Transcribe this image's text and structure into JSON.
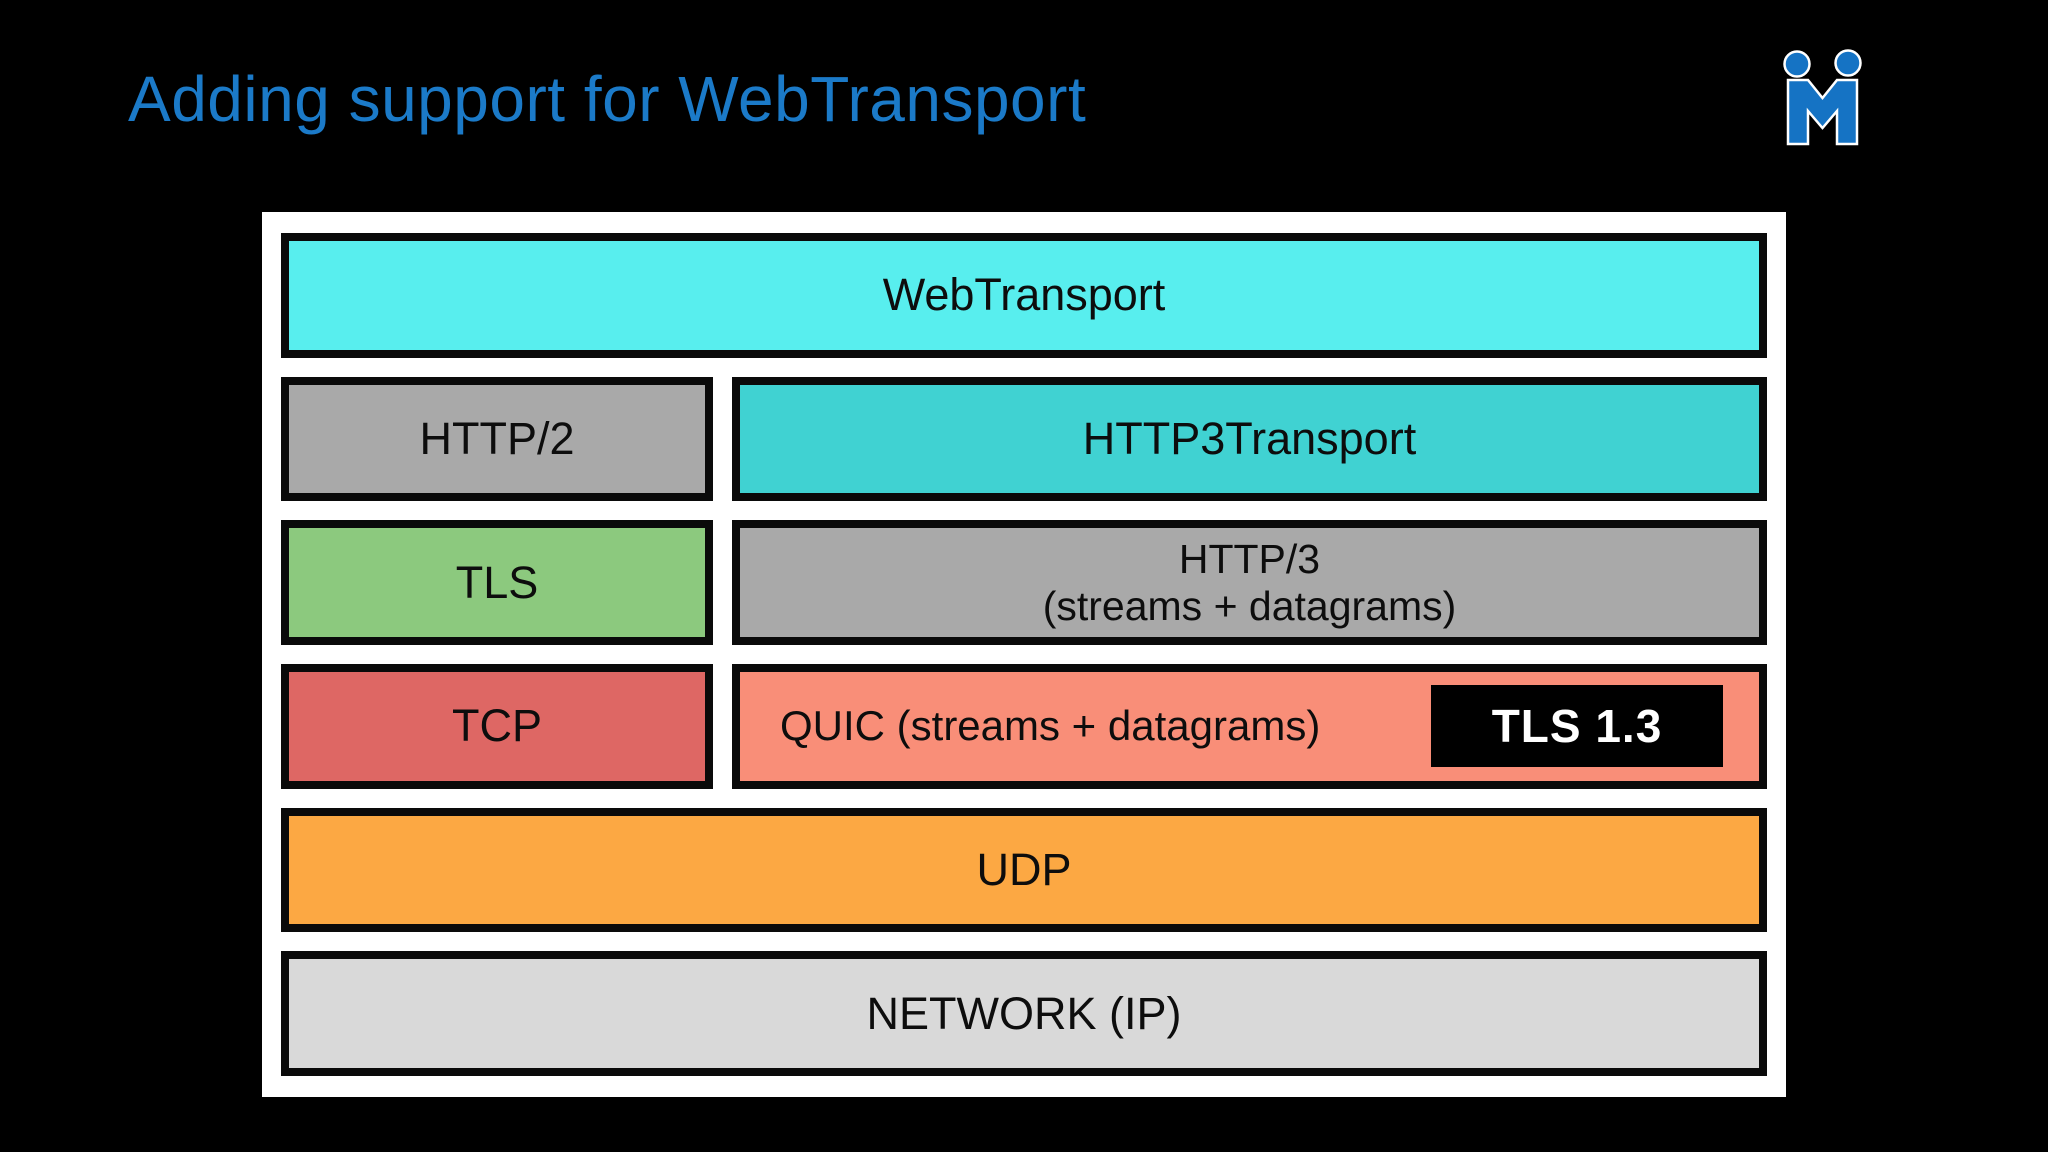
{
  "slide": {
    "title": "Adding support for WebTransport"
  },
  "logo": {
    "name": "meetecho-logo",
    "blue": "#1573c4"
  },
  "colors": {
    "background": "#000000",
    "title_blue": "#1b7ac8",
    "panel_bg": "#ffffff",
    "box_border": "#0a0a0a"
  },
  "diagram": {
    "webtransport": {
      "label": "WebTransport",
      "bg": "#58eeee"
    },
    "http2": {
      "label": "HTTP/2",
      "bg": "#a9a9a9"
    },
    "http3transport": {
      "label": "HTTP3Transport",
      "bg": "#40d2d2"
    },
    "tls": {
      "label": "TLS",
      "bg": "#8cc97e"
    },
    "http3": {
      "label_line1": "HTTP/3",
      "label_line2": "(streams + datagrams)",
      "bg": "#a9a9a9"
    },
    "tcp": {
      "label": "TCP",
      "bg": "#de6764"
    },
    "quic": {
      "label": "QUIC (streams + datagrams)",
      "bg": "#f98e78"
    },
    "tls13": {
      "label": "TLS 1.3",
      "bg": "#000000",
      "fg": "#ffffff"
    },
    "udp": {
      "label": "UDP",
      "bg": "#fca843"
    },
    "network": {
      "label": "NETWORK (IP)",
      "bg": "#d9d9d9"
    }
  }
}
